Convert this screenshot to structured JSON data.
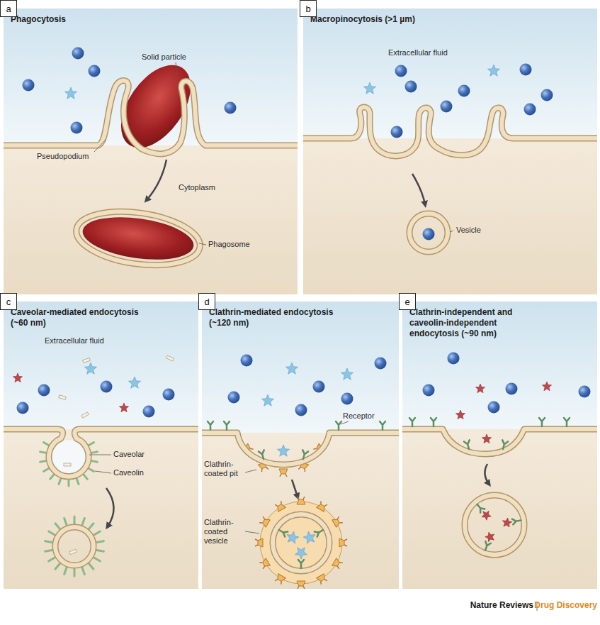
{
  "diagram": {
    "nodes": [
      {
        "text": [
          "a"
        ]
      },
      {
        "text": [
          "Phagocytosis"
        ]
      },
      {
        "text": [
          "b"
        ]
      },
      {
        "text": [
          "Macropinocytosis (>1 µm)"
        ]
      },
      {
        "text": [
          "c"
        ]
      },
      {
        "text": [
          "Caveolar-mediated endocytosis (~60 nm)"
        ]
      },
      {
        "text": [
          "d"
        ]
      },
      {
        "text": [
          "Clathrin-mediated endocytosis (~120 nm)"
        ]
      },
      {
        "text": [
          "e"
        ]
      },
      {
        "text": [
          "Clathrin-independent and caveolin-independent endocytosis (~90 nm)"
        ]
      }
    ],
    "labels": [
      "Solid particle",
      "Pseudopodium",
      "Cytoplasm",
      "Phagosome",
      "Extracellular fluid",
      "Vesicle",
      "Extracellular fluid",
      "Caveolar",
      "Caveolin",
      "Receptor",
      "Clathrin-coated pit",
      "Clathrin-coated vesicle",
      "Nature Reviews",
      "Drug Discovery"
    ]
  }
}
